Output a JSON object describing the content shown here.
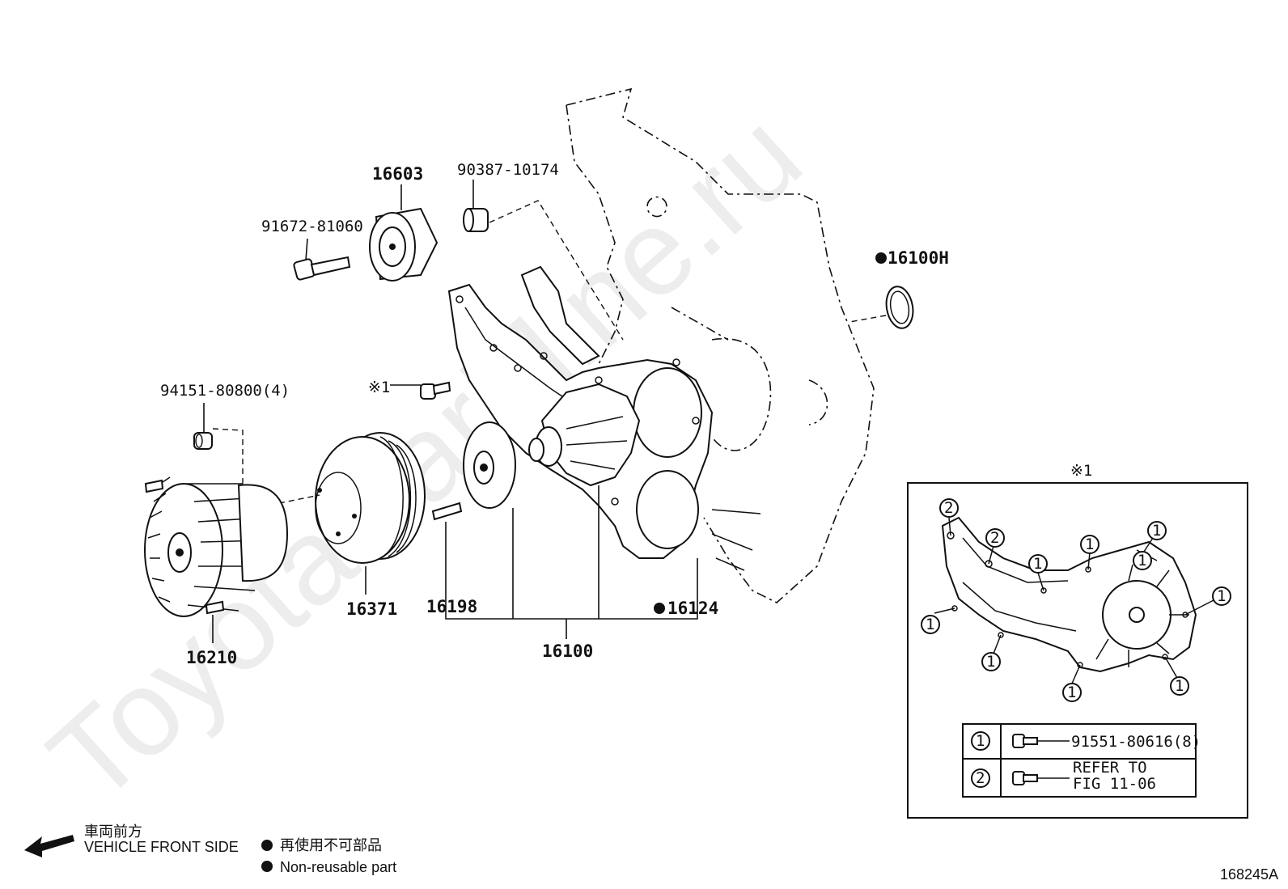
{
  "watermark": "ToyotaCarMine.ru",
  "callouts": {
    "p16603": "16603",
    "p90387": "90387-10174",
    "p91672": "91672-81060",
    "p16100H": "16100H",
    "p94151": "94151-80800(4)",
    "ref1_marker": "※1",
    "p16371": "16371",
    "p16198": "16198",
    "p16124": "16124",
    "p16100": "16100",
    "p16210": "16210"
  },
  "inset": {
    "title": "※1",
    "table": [
      {
        "key": "1",
        "part": "91551-80616(8)"
      },
      {
        "key": "2",
        "line1": "REFER TO",
        "line2": "FIG 11-06"
      }
    ]
  },
  "legend": {
    "front_jp": "車両前方",
    "front_en": "VEHICLE FRONT SIDE",
    "nonreusable_jp": "再使用不可部品",
    "nonreusable_en": "Non-reusable part"
  },
  "figure_id": "168245A"
}
